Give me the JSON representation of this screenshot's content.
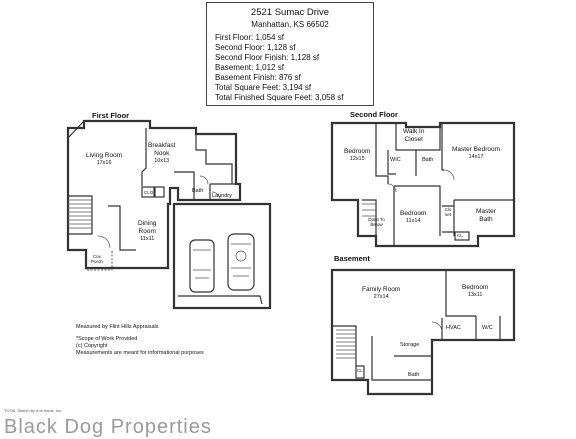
{
  "info": {
    "address": "2521 Sumac Drive",
    "city": "Manhattan, KS 66502",
    "lines": [
      "First Floor: 1,054 sf",
      "Second Floor: 1,128 sf",
      "Second Floor Finish: 1,128 sf",
      "Basement: 1,012 sf",
      "Basement Finish: 876 sf",
      "Total Square Feet: 3,194 sf",
      "Total Finished Square Feet: 3,058 sf"
    ]
  },
  "first_floor": {
    "title": "First Floor",
    "living_room": "Living Room",
    "living_room_dim": "17x16",
    "breakfast": "Breakfast",
    "nook": "Nook",
    "nook_dim": "10x13",
    "clo": "CLO",
    "bath": "Bath",
    "laundry": "Laundry",
    "dining": "Dining",
    "dining_room": "Room",
    "dining_dim": "11x11",
    "cov": "Cov",
    "porch": "Porch"
  },
  "second_floor": {
    "title": "Second Floor",
    "bedroom1": "Bedroom",
    "bedroom1_dim": "12x15",
    "walk_in": "Walk In",
    "closet": "Closet",
    "wic": "WIC",
    "bath": "Bath",
    "master_bedroom": "Master Bedroom",
    "master_bedroom_dim": "14x17",
    "open_to": "Open To",
    "below": "Below",
    "bedroom2": "Bedroom",
    "bedroom2_dim": "11x14",
    "closet_vertical": "Closet",
    "master": "Master",
    "master_bath": "Bath",
    "cl": "CL"
  },
  "basement": {
    "title": "Basement",
    "family_room": "Family Room",
    "family_room_dim": "27x14",
    "bedroom": "Bedroom",
    "bedroom_dim": "13x11",
    "hvac": "HVAC",
    "wic": "W/C",
    "storage": "Storage",
    "bath": "Bath",
    "cl": "CL"
  },
  "notes": {
    "measured": "Measured by Flint Hills Appraisals",
    "scope": "*Scope of Work Provided",
    "copyright": "(c) Copyright",
    "measurements": "Measurements are meant for informational purposes"
  },
  "footer_small": "TOTAL Sketch by a la mode, inc.",
  "watermark": "Black Dog Properties"
}
